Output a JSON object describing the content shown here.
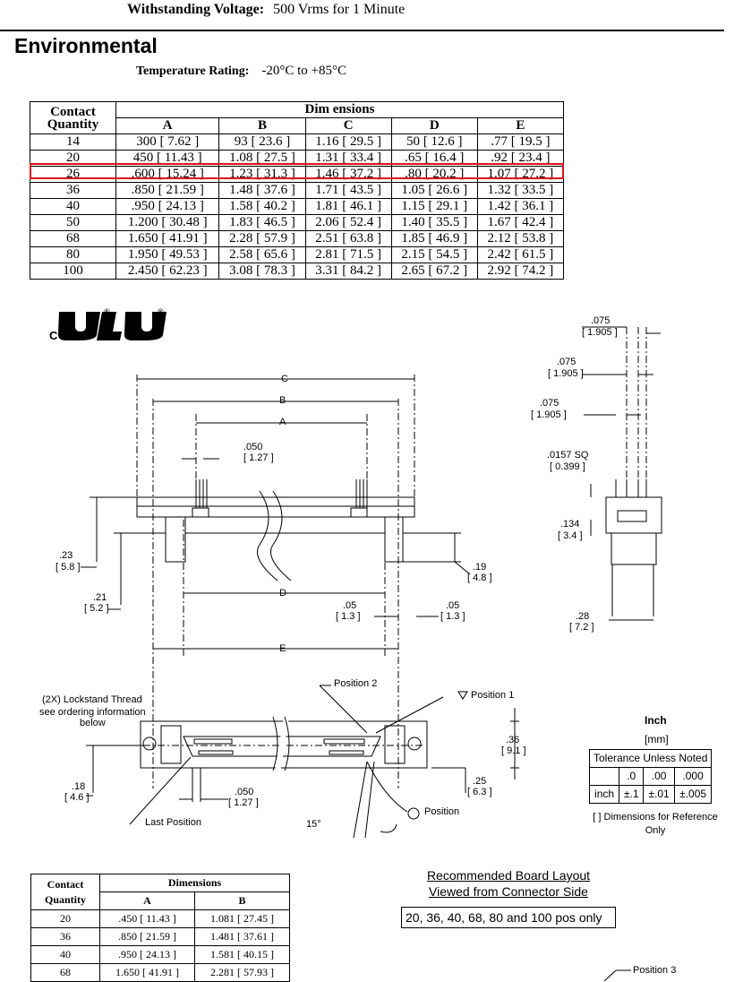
{
  "header": {
    "withstanding_label": "Withstanding Voltage:",
    "withstanding_value": "500 Vrms for 1 Minute",
    "section_title": "Environmental",
    "temp_label": "Temperature Rating:",
    "temp_value": "-20°C to +85°C"
  },
  "dim_table": {
    "col_contact": "Contact Quantity",
    "col_dims": "Dim ensions",
    "cols": [
      "A",
      "B",
      "C",
      "D",
      "E"
    ],
    "rows": [
      [
        "14",
        "300 [ 7.62 ]",
        "93 [ 23.6 ]",
        "1.16 [ 29.5 ]",
        "50 [ 12.6 ]",
        ".77 [ 19.5 ]"
      ],
      [
        "20",
        "450 [ 11.43 ]",
        "1.08 [ 27.5 ]",
        "1.31 [ 33.4 ]",
        ".65 [ 16.4 ]",
        ".92 [ 23.4 ]"
      ],
      [
        "26",
        ".600 [ 15.24 ]",
        "1.23 [ 31.3 ]",
        "1.46 [ 37.2 ]",
        ".80 [ 20.2 ]",
        "1.07 [ 27.2 ]"
      ],
      [
        "36",
        ".850 [ 21.59 ]",
        "1.48 [ 37.6 ]",
        "1.71 [ 43.5 ]",
        "1.05 [ 26.6 ]",
        "1.32 [ 33.5 ]"
      ],
      [
        "40",
        ".950 [ 24.13 ]",
        "1.58 [ 40.2 ]",
        "1.81 [ 46.1 ]",
        "1.15 [ 29.1 ]",
        "1.42 [ 36.1 ]"
      ],
      [
        "50",
        "1.200 [ 30.48 ]",
        "1.83 [ 46.5 ]",
        "2.06 [ 52.4 ]",
        "1.40 [ 35.5 ]",
        "1.67 [ 42.4 ]"
      ],
      [
        "68",
        "1.650 [ 41.91 ]",
        "2.28 [ 57.9 ]",
        "2.51 [ 63.8 ]",
        "1.85 [ 46.9 ]",
        "2.12 [ 53.8 ]"
      ],
      [
        "80",
        "1.950 [ 49.53 ]",
        "2.58 [ 65.6 ]",
        "2.81 [ 71.5 ]",
        "2.15 [ 54.5 ]",
        "2.42 [ 61.5 ]"
      ],
      [
        "100",
        "2.450 [ 62.23 ]",
        "3.08 [ 78.3 ]",
        "3.31 [ 84.2 ]",
        "2.65 [ 67.2 ]",
        "2.92 [ 74.2 ]"
      ]
    ],
    "highlight_color": "#e0141e"
  },
  "drawing": {
    "dim_labels": {
      "C": "C",
      "B": "B",
      "A": "A",
      "D": "D",
      "E": "E",
      "pitch": ".050",
      "pitch_mm": "[ 1.27 ]",
      "h23": ".23",
      "h23_mm": "[ 5.8 ]",
      "h21": ".21",
      "h21_mm": "[ 5.2 ]",
      "h19": ".19",
      "h19_mm": "[ 4.8 ]",
      "h05a": ".05",
      "h05a_mm": "[ 1.3 ]",
      "h05b": ".05",
      "h05b_mm": "[ 1.3 ]",
      "s075a": ".075",
      "s075a_mm": "[ 1.905 ]",
      "s075b": ".075",
      "s075b_mm": "[ 1.905 ]",
      "s075c": ".075",
      "s075c_mm": "[ 1.905 ]",
      "sq": ".0157 SQ",
      "sq_mm": "[ 0.399 ]",
      "s134": ".134",
      "s134_mm": "[ 3.4 ]",
      "s28": ".28",
      "s28_mm": "[ 7.2 ]",
      "pos2": "Position 2",
      "pos1": "Position 1",
      "lockstand": "(2X) Lockstand Thread",
      "lockstand2": "see ordering information",
      "lockstand3": "below",
      "b36": ".36",
      "b36_mm": "[ 9.1 ]",
      "b25": ".25",
      "b25_mm": "[ 6.3 ]",
      "b18": ".18",
      "b18_mm": "[ 4.6 ]",
      "bpitch": ".050",
      "bpitch_mm": "[ 1.27 ]",
      "last": "Last Position",
      "angle": "15°",
      "position": "Position",
      "pos3": "Position 3",
      "ul_c": "C",
      "ul_reg": "®"
    }
  },
  "tolerance": {
    "unit_title": "Inch",
    "unit_sub": "[mm]",
    "header": "Tolerance Unless Noted",
    "cols": [
      ".0",
      ".00",
      ".000"
    ],
    "row_label": "inch",
    "values": [
      "±.1",
      "±.01",
      "±.005"
    ],
    "note": "[ ] Dimensions for Reference Only"
  },
  "small_table": {
    "col_contact": "Contact Quantity",
    "col_dims": "Dimensions",
    "cols": [
      "A",
      "B"
    ],
    "rows": [
      [
        "20",
        ".450 [ 11.43 ]",
        "1.081 [ 27.45 ]"
      ],
      [
        "36",
        ".850 [ 21.59 ]",
        "1.481 [ 37.61 ]"
      ],
      [
        "40",
        ".950 [ 24.13 ]",
        "1.581 [ 40.15 ]"
      ],
      [
        "68",
        "1.650 [ 41.91 ]",
        "2.281 [ 57.93 ]"
      ]
    ]
  },
  "board": {
    "title1": "Recommended Board Layout",
    "title2": "Viewed from Connector Side",
    "note": "20, 36, 40, 68, 80 and 100 pos only"
  }
}
